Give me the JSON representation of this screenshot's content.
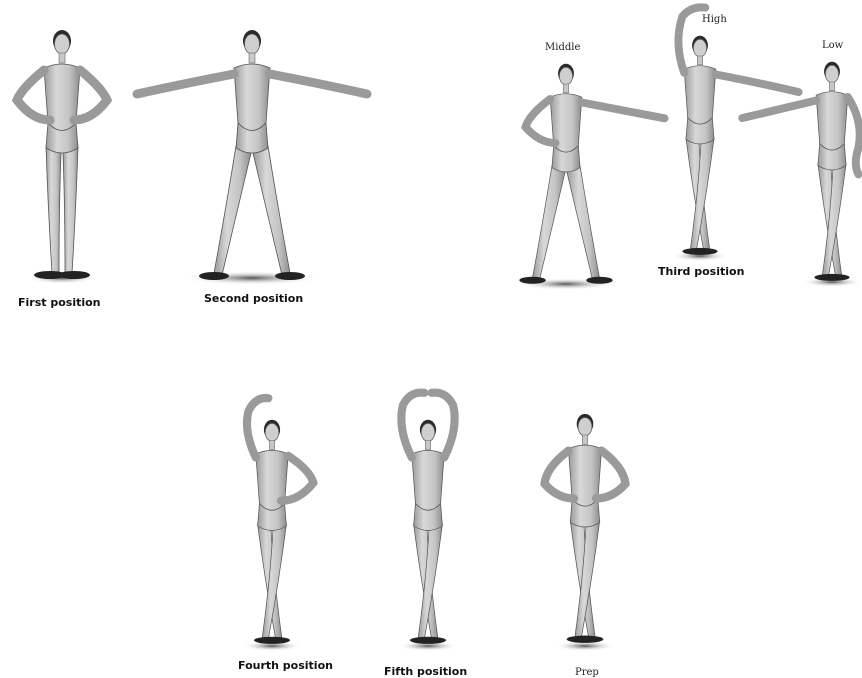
{
  "captions": {
    "first": "First position",
    "second": "Second position",
    "third": "Third position",
    "fourth": "Fourth position",
    "fifth": "Fifth position",
    "prep": "Prep"
  },
  "arm_levels": {
    "middle": "Middle",
    "high": "High",
    "low": "Low"
  }
}
